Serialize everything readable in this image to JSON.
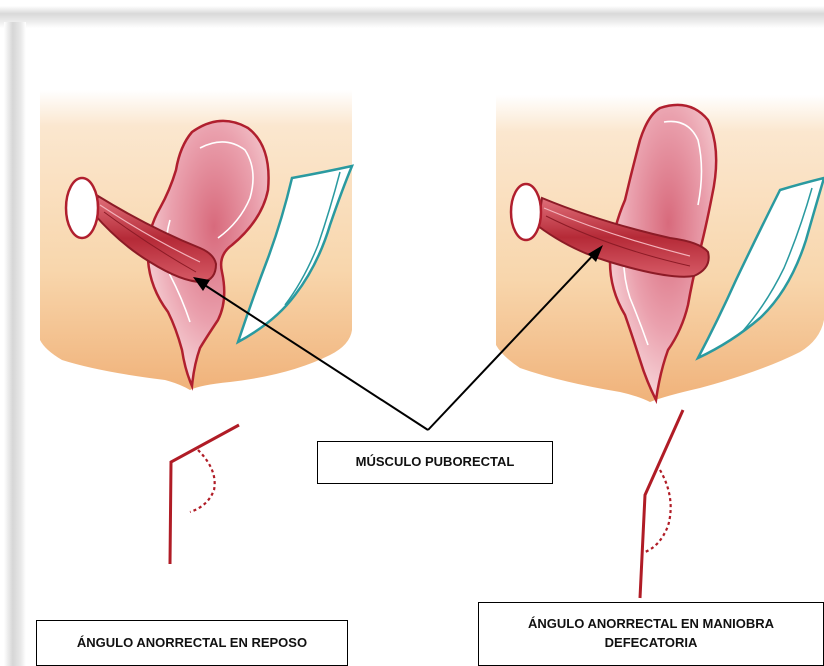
{
  "labels": {
    "center": "MÚSCULO PUBORECTAL",
    "left": "ÁNGULO ANORRECTAL EN REPOSO",
    "right": "ÁNGULO ANORRECTAL EN MANIOBRA DEFECATORIA"
  },
  "colors": {
    "skin": "#f7d8b2",
    "skin_deep": "#f0b97f",
    "rectum_fill": "#e58f9f",
    "rectum_outline": "#b01f2e",
    "muscle": "#c0303e",
    "coccyx_outline": "#2a9aa0",
    "angle_line": "#b01c26",
    "arrow": "#000000"
  },
  "icons": [
    "rectum-illustration",
    "puborectal-muscle-sling",
    "coccyx-outline",
    "anorectal-angle-diagram"
  ]
}
